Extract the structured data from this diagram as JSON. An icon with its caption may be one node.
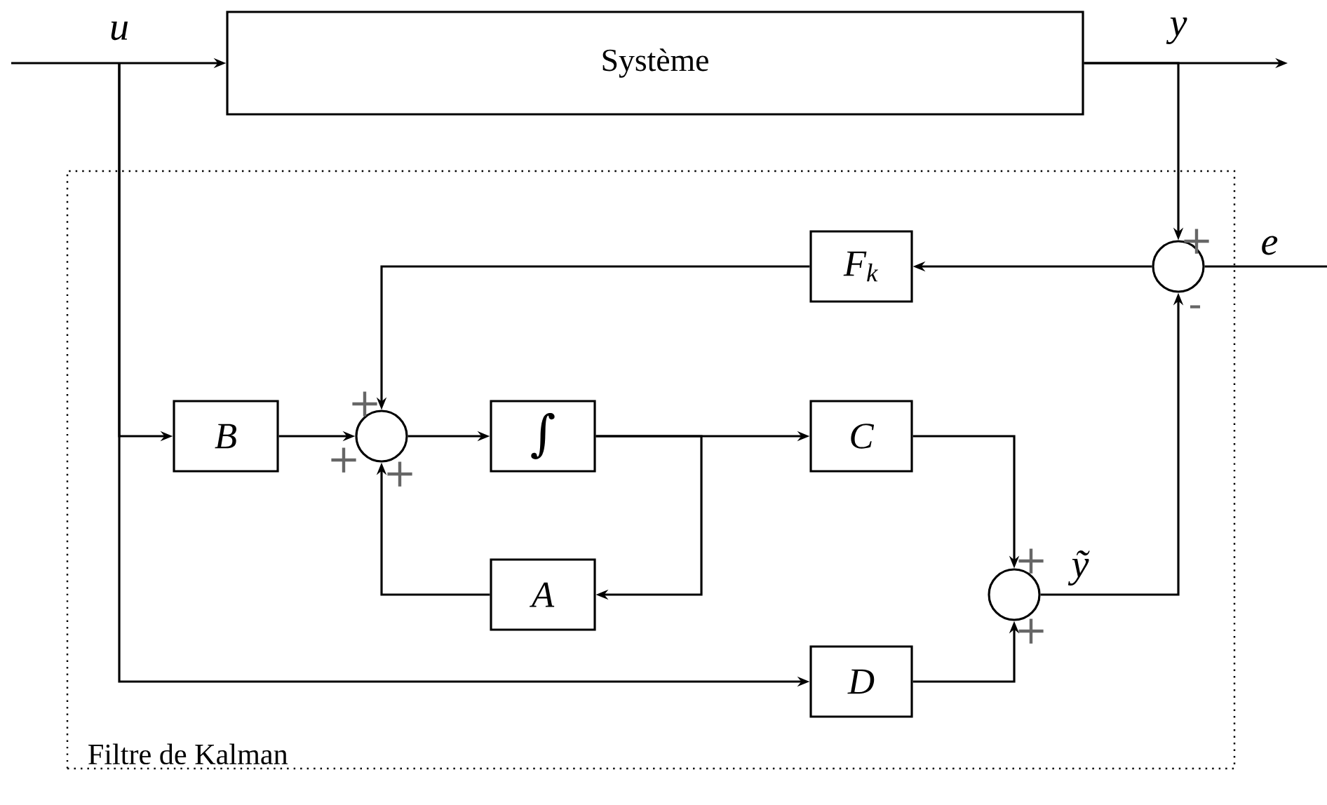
{
  "diagram": {
    "nodes": [
      {
        "text": [
          "Filtre de Kalman"
        ]
      },
      {
        "text": [
          "Système"
        ]
      },
      {
        "text": [
          "F$_{k}$"
        ],
        "in": 0
      },
      {
        "text": [],
        "shape": "circle",
        "in": 0
      },
      {
        "text": [
          "B"
        ],
        "in": 0
      },
      {
        "text": [],
        "shape": "circle",
        "in": 0
      },
      {
        "text": [
          "∫"
        ],
        "in": 0
      },
      {
        "text": [
          "C"
        ],
        "in": 0
      },
      {
        "text": [
          "A"
        ],
        "in": 0
      },
      {
        "text": [],
        "shape": "circle",
        "in": 0
      },
      {
        "text": [
          "D"
        ],
        "in": 0
      }
    ],
    "edges": [
      {
        "from": null,
        "to": 1,
        "arrow": "to"
      },
      {
        "from": null,
        "to": 4,
        "arrow": "to"
      },
      {
        "from": null,
        "to": 10,
        "arrow": "to"
      },
      {
        "from": 1,
        "to": null,
        "arrow": "to"
      },
      {
        "from": 1,
        "to": 3,
        "arrow": "to"
      },
      {
        "from": 3,
        "to": null,
        "arrow": "none"
      },
      {
        "from": 3,
        "to": 2,
        "arrow": "to"
      },
      {
        "from": 2,
        "to": 5,
        "arrow": "to"
      },
      {
        "from": 4,
        "to": 5,
        "arrow": "to"
      },
      {
        "from": 5,
        "to": 6,
        "arrow": "to"
      },
      {
        "from": 6,
        "to": 7,
        "arrow": "to"
      },
      {
        "from": 6,
        "to": 8,
        "arrow": "to"
      },
      {
        "from": 8,
        "to": 5,
        "arrow": "to"
      },
      {
        "from": 7,
        "to": 9,
        "arrow": "to"
      },
      {
        "from": 10,
        "to": 9,
        "arrow": "to"
      },
      {
        "from": 9,
        "to": 3,
        "arrow": "to"
      }
    ],
    "labels": [
      "u",
      "y",
      "+",
      "e",
      "-",
      "+",
      "+",
      "+",
      "+",
      "ỹ",
      "+"
    ]
  }
}
